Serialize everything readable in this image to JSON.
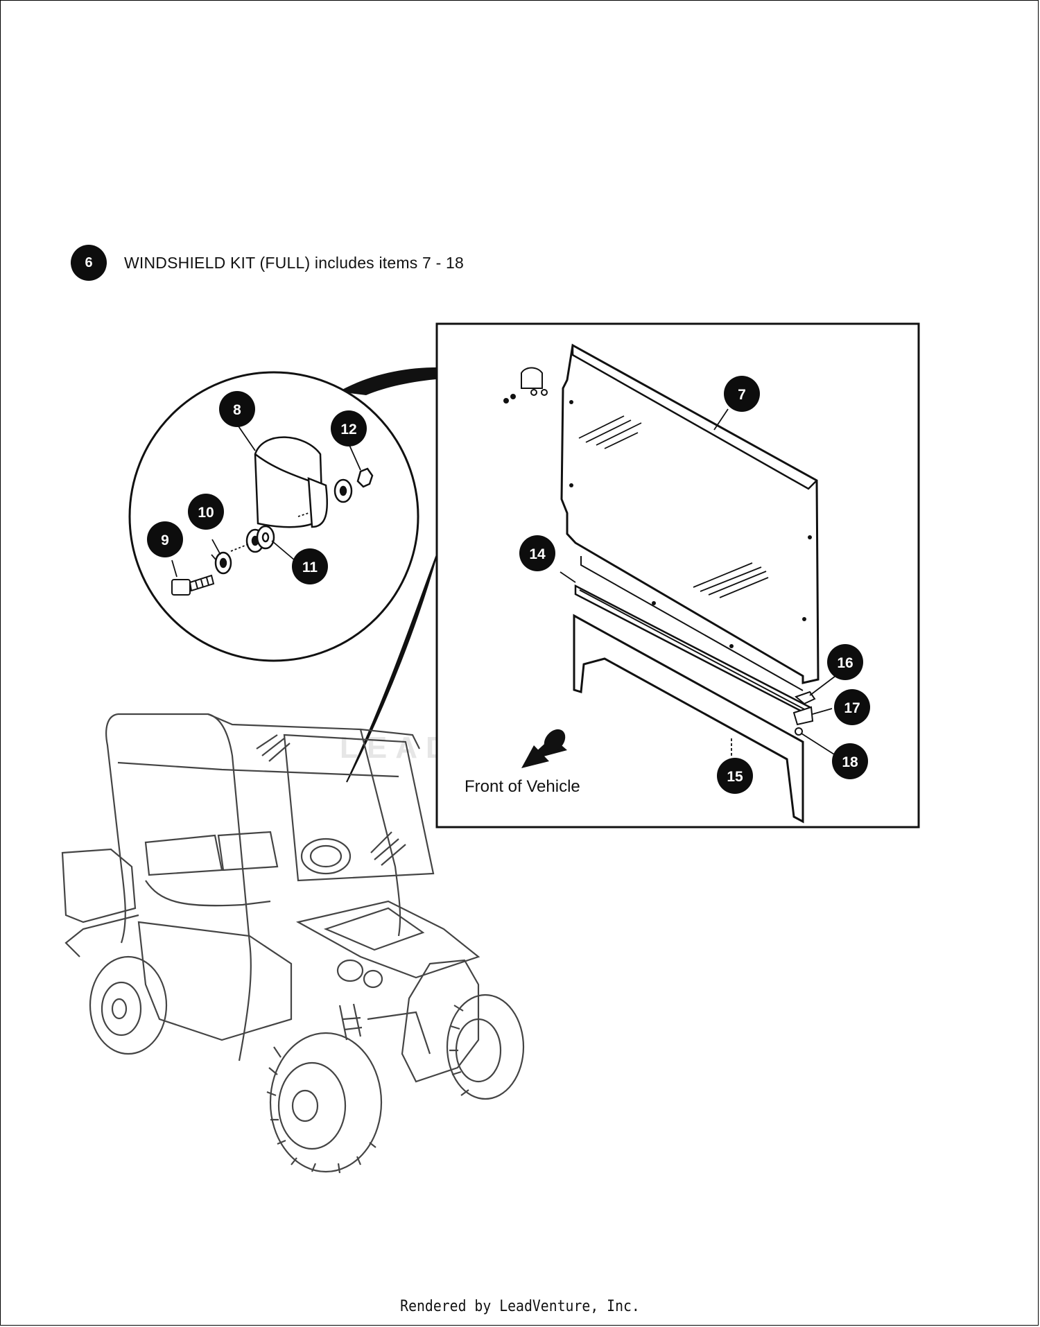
{
  "kit": {
    "number": "6",
    "description": "WINDSHIELD KIT (FULL) includes items 7 - 18"
  },
  "callouts": {
    "c7": "7",
    "c8": "8",
    "c9": "9",
    "c10": "10",
    "c11": "11",
    "c12": "12",
    "c14": "14",
    "c15": "15",
    "c16": "16",
    "c17": "17",
    "c18": "18"
  },
  "front_of_vehicle_label": "Front of Vehicle",
  "watermark": "LEADVENTURE",
  "footer": "Rendered by LeadVenture, Inc.",
  "colors": {
    "callout_fill": "#0d0d0d",
    "line": "#111111",
    "watermark": "#e6e6e6"
  }
}
